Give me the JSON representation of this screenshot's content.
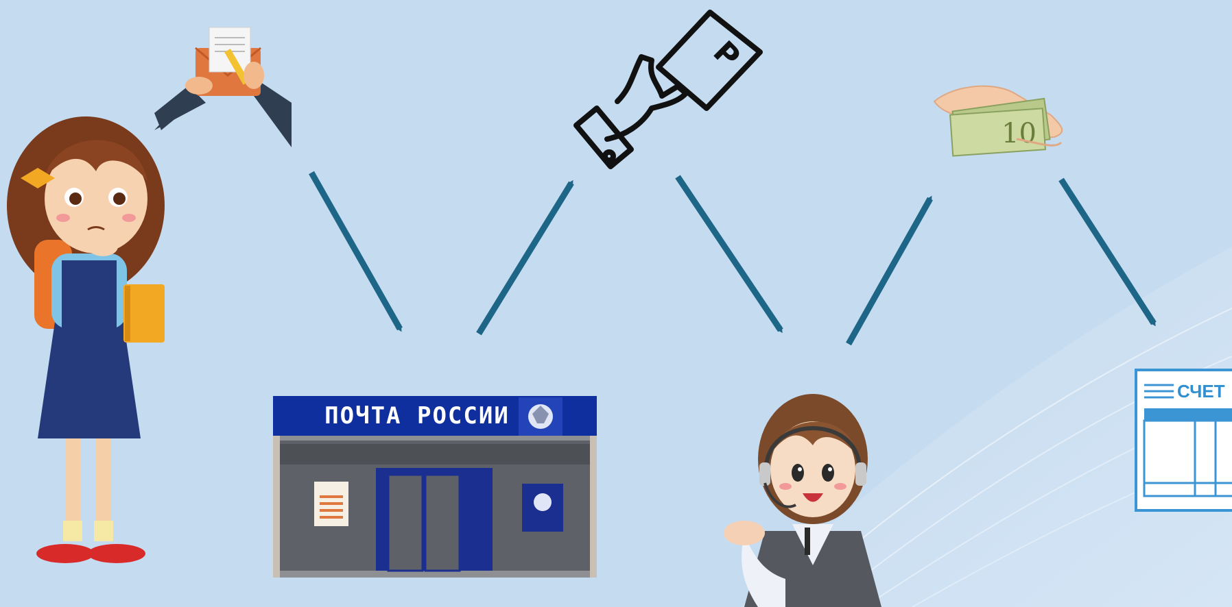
{
  "diagram": {
    "background_color": "#c5dbf0",
    "arrow_color": "#1e6688",
    "nodes": [
      {
        "id": "girl",
        "icon": "girl-with-backpack-icon"
      },
      {
        "id": "letter",
        "icon": "hands-writing-letter-icon"
      },
      {
        "id": "post_office",
        "icon": "post-office-building-icon",
        "sign": "ПОЧТА РОССИИ"
      },
      {
        "id": "payment",
        "icon": "hand-with-ruble-card-icon",
        "symbol": "Р"
      },
      {
        "id": "operator",
        "icon": "operator-with-headset-icon"
      },
      {
        "id": "cash",
        "icon": "hand-with-banknotes-icon",
        "denomination": "10"
      },
      {
        "id": "invoice",
        "icon": "invoice-document-icon",
        "label": "СЧЕТ"
      }
    ],
    "flow": [
      "letter",
      "post_office",
      "payment",
      "operator",
      "cash",
      "invoice"
    ]
  }
}
